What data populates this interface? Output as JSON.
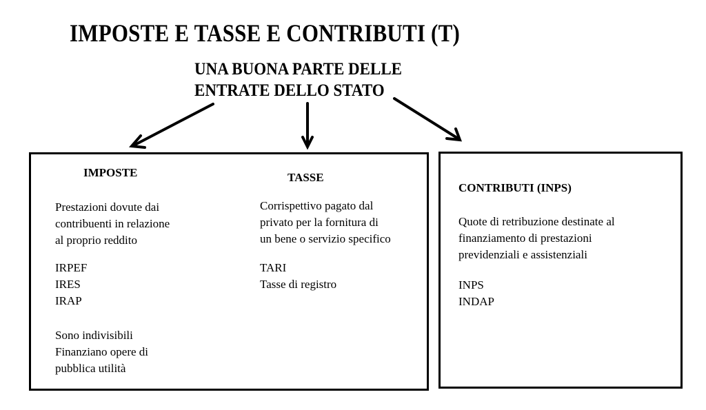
{
  "title": "IMPOSTE E TASSE E CONTRIBUTI (T)",
  "subtitle": {
    "line1": "UNA BUONA PARTE DELLE",
    "line2": "ENTRATE DELLO STATO"
  },
  "imposte": {
    "heading": "IMPOSTE",
    "description": [
      "Prestazioni dovute dai",
      "contribuenti in relazione",
      "al proprio reddito"
    ],
    "examples": [
      "IRPEF",
      "IRES",
      "IRAP"
    ],
    "notes": [
      "Sono indivisibili",
      "Finanziano opere di",
      "pubblica utilità"
    ]
  },
  "tasse": {
    "heading": "TASSE",
    "description": [
      "Corrispettivo pagato dal",
      "privato per la fornitura di",
      "un bene o servizio specifico"
    ],
    "examples": [
      "TARI",
      "Tasse di registro"
    ]
  },
  "contributi": {
    "heading": "CONTRIBUTI (INPS)",
    "description": [
      "Quote di retribuzione destinate al",
      "finanziamento di prestazioni",
      "previdenziali e assistenziali"
    ],
    "examples": [
      "INPS",
      "INDAP"
    ]
  }
}
